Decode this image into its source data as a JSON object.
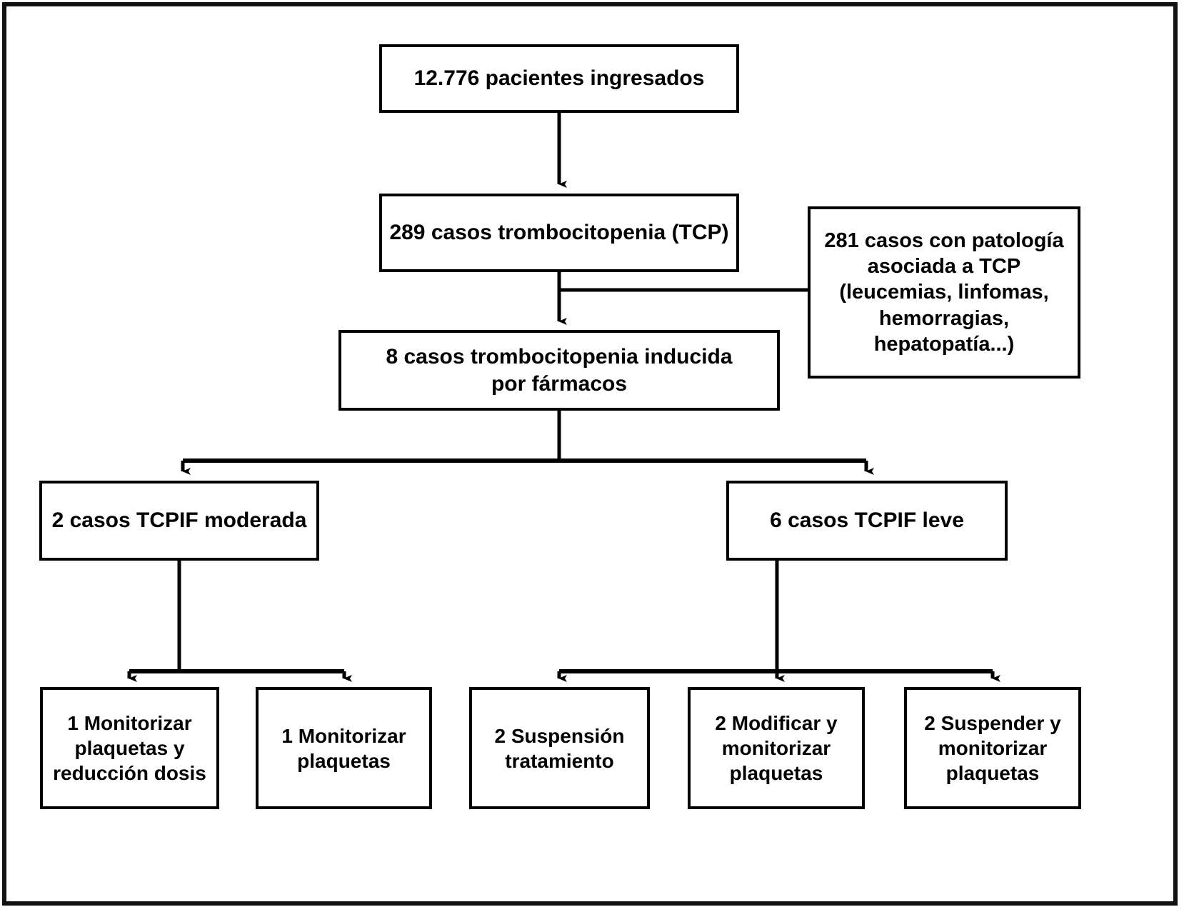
{
  "figure": {
    "type": "flowchart",
    "language": "es",
    "border_color": "#111111",
    "box_border_color": "#000000",
    "background_color": "#ffffff"
  },
  "nodes": {
    "admitted": "12.776 pacientes ingresados",
    "thrombocytopenia": "289 casos trombocitopenia (TCP)",
    "associated": "281 casos con patología\nasociada a TCP\n(leucemias, linfomas,\nhemorragias,\nhepatopatía...)",
    "drug_induced": "8 casos trombocitopenia inducida\npor fármacos",
    "moderate": "2 casos TCPIF moderada",
    "mild": "6 casos TCPIF leve",
    "leaf_1": "1 Monitorizar\nplaquetas y\nreducción dosis",
    "leaf_2": "1 Monitorizar\nplaquetas",
    "leaf_3": "2 Suspensión\ntratamiento",
    "leaf_4": "2 Modificar y\nmonitorizar\nplaquetas",
    "leaf_5": "2 Suspender y\nmonitorizar\nplaquetas"
  },
  "chart_data": {
    "type": "flowchart",
    "title": "",
    "counts": {
      "pacientes_ingresados": 12776,
      "casos_trombocitopenia": 289,
      "casos_patologia_asociada": 281,
      "casos_trombocitopenia_inducida_por_farmacos": 8,
      "casos_tcpif_moderada": 2,
      "casos_tcpif_leve": 6,
      "monitorizar_plaquetas_y_reduccion_dosis": 1,
      "monitorizar_plaquetas": 1,
      "suspension_tratamiento": 2,
      "modificar_y_monitorizar_plaquetas": 2,
      "suspender_y_monitorizar_plaquetas": 2
    },
    "edges": [
      {
        "from": "admitted",
        "to": "thrombocytopenia"
      },
      {
        "from": "thrombocytopenia",
        "to": "drug_induced"
      },
      {
        "from": "associated",
        "to": "drug_induced-branch"
      },
      {
        "from": "drug_induced",
        "to": "moderate"
      },
      {
        "from": "drug_induced",
        "to": "mild"
      },
      {
        "from": "moderate",
        "to": "leaf_1"
      },
      {
        "from": "moderate",
        "to": "leaf_2"
      },
      {
        "from": "mild",
        "to": "leaf_3"
      },
      {
        "from": "mild",
        "to": "leaf_4"
      },
      {
        "from": "mild",
        "to": "leaf_5"
      }
    ]
  }
}
